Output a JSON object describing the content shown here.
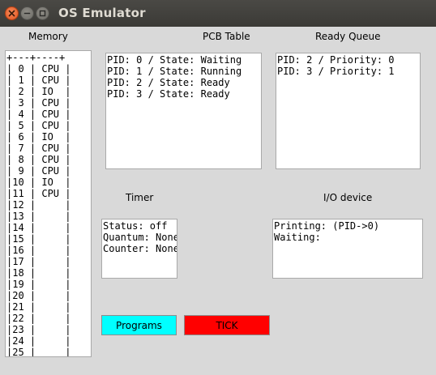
{
  "window": {
    "title": "OS Emulator"
  },
  "labels": {
    "memory": "Memory",
    "pcb": "PCB Table",
    "ready": "Ready Queue",
    "timer": "Timer",
    "io": "I/O device"
  },
  "memory": {
    "lines": [
      "+---+----+",
      "| 0 | CPU |",
      "| 1 | CPU |",
      "| 2 | IO  |",
      "| 3 | CPU |",
      "| 4 | CPU |",
      "| 5 | CPU |",
      "| 6 | IO  |",
      "| 7 | CPU |",
      "| 8 | CPU |",
      "| 9 | CPU |",
      "|10 | IO  |",
      "|11 | CPU |",
      "|12 |     |",
      "|13 |     |",
      "|14 |     |",
      "|15 |     |",
      "|16 |     |",
      "|17 |     |",
      "|18 |     |",
      "|19 |     |",
      "|20 |     |",
      "|21 |     |",
      "|22 |     |",
      "|23 |     |",
      "|24 |     |",
      "|25 |     |"
    ]
  },
  "pcb": {
    "lines": [
      "PID: 0 / State: Waiting",
      "PID: 1 / State: Running",
      "PID: 2 / State: Ready",
      "PID: 3 / State: Ready"
    ]
  },
  "ready": {
    "lines": [
      "PID: 2 / Priority: 0",
      "PID: 3 / Priority: 1"
    ]
  },
  "timer": {
    "lines": [
      "Status: off",
      "Quantum: None",
      "Counter: None"
    ]
  },
  "io": {
    "lines": [
      "Printing: (PID->0)",
      "Waiting:"
    ]
  },
  "buttons": {
    "programs": "Programs",
    "tick": "TICK"
  },
  "colors": {
    "programs_bg": "#00ffff",
    "tick_bg": "#ff0000",
    "close_button": "#e2541f"
  }
}
